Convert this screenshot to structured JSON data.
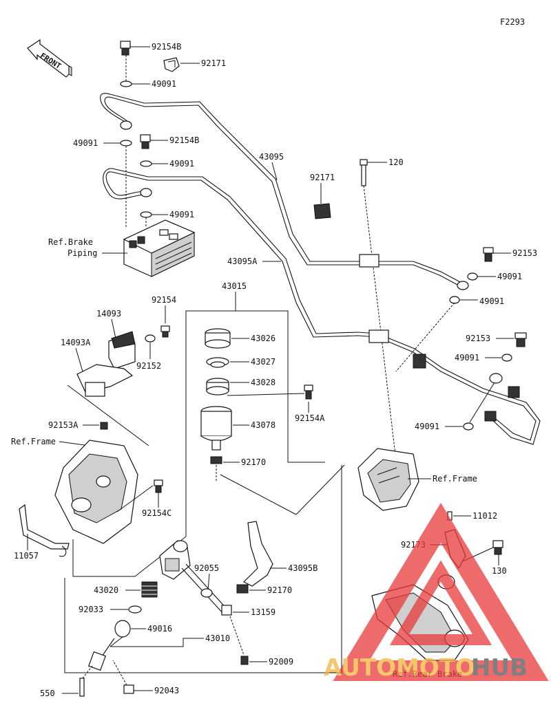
{
  "figure_code": "F2293",
  "front_label": "FRONT",
  "labels": {
    "p92154B_top": "92154B",
    "p92171_top": "92171",
    "p49091_a": "49091",
    "p49091_b": "49091",
    "p92154B_mid": "92154B",
    "p49091_c": "49091",
    "p49091_d": "49091",
    "p43095": "43095",
    "p120": "120",
    "p92171_mid": "92171",
    "ref_brake_piping": "Ref.Brake\nPiping",
    "p43095A": "43095A",
    "p92153_a": "92153",
    "p49091_e": "49091",
    "p49091_f": "49091",
    "p43015": "43015",
    "p92154": "92154",
    "p14093": "14093",
    "p14093A": "14093A",
    "p92152": "92152",
    "p43026": "43026",
    "p43027": "43027",
    "p43028": "43028",
    "p92153_b": "92153",
    "p49091_g": "49091",
    "p92154A": "92154A",
    "p43078": "43078",
    "p49091_h": "49091",
    "p92153A": "92153A",
    "ref_frame_left": "Ref.Frame",
    "p92170_a": "92170",
    "ref_frame_right": "Ref.Frame",
    "p92154C": "92154C",
    "p11012": "11012",
    "p92173": "92173",
    "p11057": "11057",
    "p130": "130",
    "p92055": "92055",
    "p43095B": "43095B",
    "p43020": "43020",
    "p92170_b": "92170",
    "p92033": "92033",
    "p13159": "13159",
    "p49016": "49016",
    "p43010": "43010",
    "p92009": "92009",
    "ref_rear_brake": "Ref.Rear Brake",
    "p550": "550",
    "p92043": "92043"
  },
  "watermark": {
    "text_a": "AUTOMOTO",
    "text_b": "HUB",
    "color_a": "#f5b23a",
    "color_b": "#555555",
    "triangle_color": "#e83a3a"
  }
}
